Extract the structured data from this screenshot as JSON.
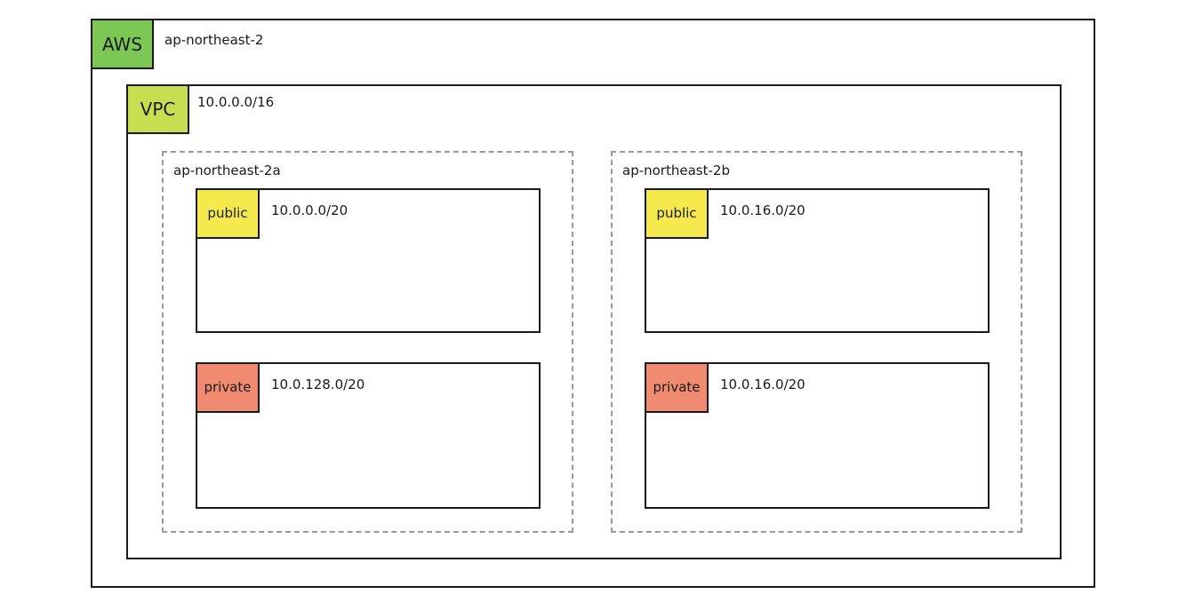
{
  "diagram": {
    "aws": {
      "label": "AWS",
      "region": "ap-northeast-2",
      "vpc": {
        "label": "VPC",
        "cidr": "10.0.0.0/16",
        "azs": [
          {
            "name": "ap-northeast-2a",
            "subnets": [
              {
                "type": "public",
                "cidr": "10.0.0.0/20"
              },
              {
                "type": "private",
                "cidr": "10.0.128.0/20"
              }
            ]
          },
          {
            "name": "ap-northeast-2b",
            "subnets": [
              {
                "type": "public",
                "cidr": "10.0.16.0/20"
              },
              {
                "type": "private",
                "cidr": "10.0.16.0/20"
              }
            ]
          }
        ]
      }
    }
  },
  "colors": {
    "aws_label_bg": "#7dc855",
    "vpc_label_bg": "#c8de50",
    "public_label_bg": "#f5e94e",
    "private_label_bg": "#f08a71",
    "solid_border": "#1a1a1a",
    "az_dashed_border": "#999999"
  }
}
